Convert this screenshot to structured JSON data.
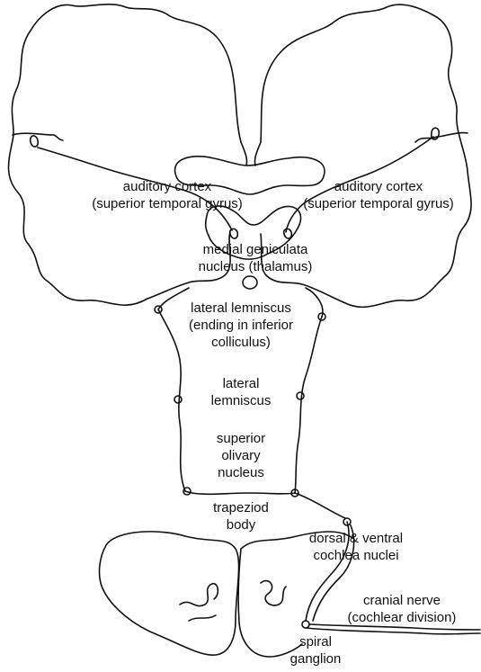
{
  "labels": {
    "auditory_cortex_left": [
      "auditory cortex",
      "(superior temporal gyrus)"
    ],
    "auditory_cortex_right": [
      "auditory cortex",
      "(superior temporal gyrus)"
    ],
    "medial_geniculate": [
      "medial geniculata",
      "nucleus (thalamus)"
    ],
    "lateral_lemniscus_upper": [
      "lateral lemniscus",
      "(ending in inferior",
      "colliculus)"
    ],
    "lateral_lemniscus_mid": [
      "lateral",
      "lemniscus"
    ],
    "superior_olivary": [
      "superior",
      "olivary",
      "nucleus"
    ],
    "trapezoid_body": [
      "trapeziod",
      "body"
    ],
    "cochlear_nuclei": [
      "dorsal & ventral",
      "cochlea nuclei"
    ],
    "cranial_nerve": [
      "cranial nerve",
      "(cochlear division)"
    ],
    "spiral_ganglion": [
      "spiral",
      "ganglion"
    ]
  },
  "colors": {
    "ink": "#111111",
    "background": "#ffffff"
  }
}
